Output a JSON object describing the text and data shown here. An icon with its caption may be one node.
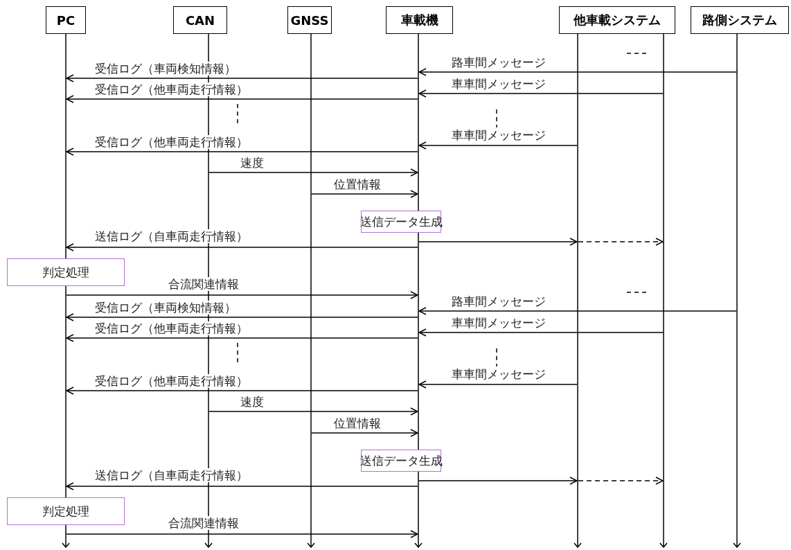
{
  "diagram": {
    "nodes": [
      {
        "text": [
          "PC"
        ]
      },
      {
        "text": [
          "CAN"
        ]
      },
      {
        "text": [
          "GNSS"
        ]
      },
      {
        "text": [
          "車載機"
        ]
      },
      {
        "text": [
          "他車載システム"
        ]
      },
      {
        "text": [
          "路側システム"
        ]
      },
      {
        "text": [
          "送信データ生成"
        ]
      },
      {
        "text": [
          "判定処理"
        ]
      },
      {
        "text": [
          "送信データ生成"
        ]
      },
      {
        "text": [
          "判定処理"
        ]
      },
      {
        "text": [],
        "shape": "bar"
      },
      {
        "text": [],
        "shape": "bar"
      },
      {
        "text": [],
        "shape": "bar"
      },
      {
        "text": [],
        "shape": "bar"
      },
      {
        "text": [],
        "shape": "bar"
      },
      {
        "text": [],
        "shape": "bar"
      },
      {
        "text": [],
        "shape": "bar"
      }
    ],
    "edges": [
      {
        "from": 16,
        "to": 13,
        "arrow": "to",
        "label": "路車間メッセージ"
      },
      {
        "from": 13,
        "to": 10,
        "arrow": "to",
        "label": "受信ログ（車両検知情報）"
      },
      {
        "from": 15,
        "to": 13,
        "arrow": "to",
        "label": "車車間メッセージ"
      },
      {
        "from": 13,
        "to": 10,
        "arrow": "to",
        "label": "受信ログ（他車両走行情報）"
      },
      {
        "from": 14,
        "to": 13,
        "arrow": "to",
        "label": "車車間メッセージ"
      },
      {
        "from": 13,
        "to": 10,
        "arrow": "to",
        "label": "受信ログ（他車両走行情報）"
      },
      {
        "from": 11,
        "to": 13,
        "arrow": "to",
        "label": "速度"
      },
      {
        "from": 12,
        "to": 13,
        "arrow": "to",
        "label": "位置情報"
      },
      {
        "from": 13,
        "to": 10,
        "arrow": "to",
        "label": "送信ログ（自車両走行情報）"
      },
      {
        "from": 13,
        "to": 14,
        "arrow": "to"
      },
      {
        "from": 14,
        "to": 15,
        "arrow": "to",
        "style": "dashed"
      },
      {
        "from": 10,
        "to": 13,
        "arrow": "to",
        "label": "合流関連情報"
      },
      {
        "from": 16,
        "to": 13,
        "arrow": "to",
        "label": "路車間メッセージ"
      },
      {
        "from": 13,
        "to": 10,
        "arrow": "to",
        "label": "受信ログ（車両検知情報）"
      },
      {
        "from": 15,
        "to": 13,
        "arrow": "to",
        "label": "車車間メッセージ"
      },
      {
        "from": 13,
        "to": 10,
        "arrow": "to",
        "label": "受信ログ（他車両走行情報）"
      },
      {
        "from": 14,
        "to": 13,
        "arrow": "to",
        "label": "車車間メッセージ"
      },
      {
        "from": 13,
        "to": 10,
        "arrow": "to",
        "label": "受信ログ（他車両走行情報）"
      },
      {
        "from": 11,
        "to": 13,
        "arrow": "to",
        "label": "速度"
      },
      {
        "from": 12,
        "to": 13,
        "arrow": "to",
        "label": "位置情報"
      },
      {
        "from": 13,
        "to": 10,
        "arrow": "to",
        "label": "送信ログ（自車両走行情報）"
      },
      {
        "from": 13,
        "to": 14,
        "arrow": "to"
      },
      {
        "from": 14,
        "to": 15,
        "arrow": "to",
        "style": "dashed"
      },
      {
        "from": 10,
        "to": 13,
        "arrow": "to",
        "label": "合流関連情報"
      }
    ]
  }
}
